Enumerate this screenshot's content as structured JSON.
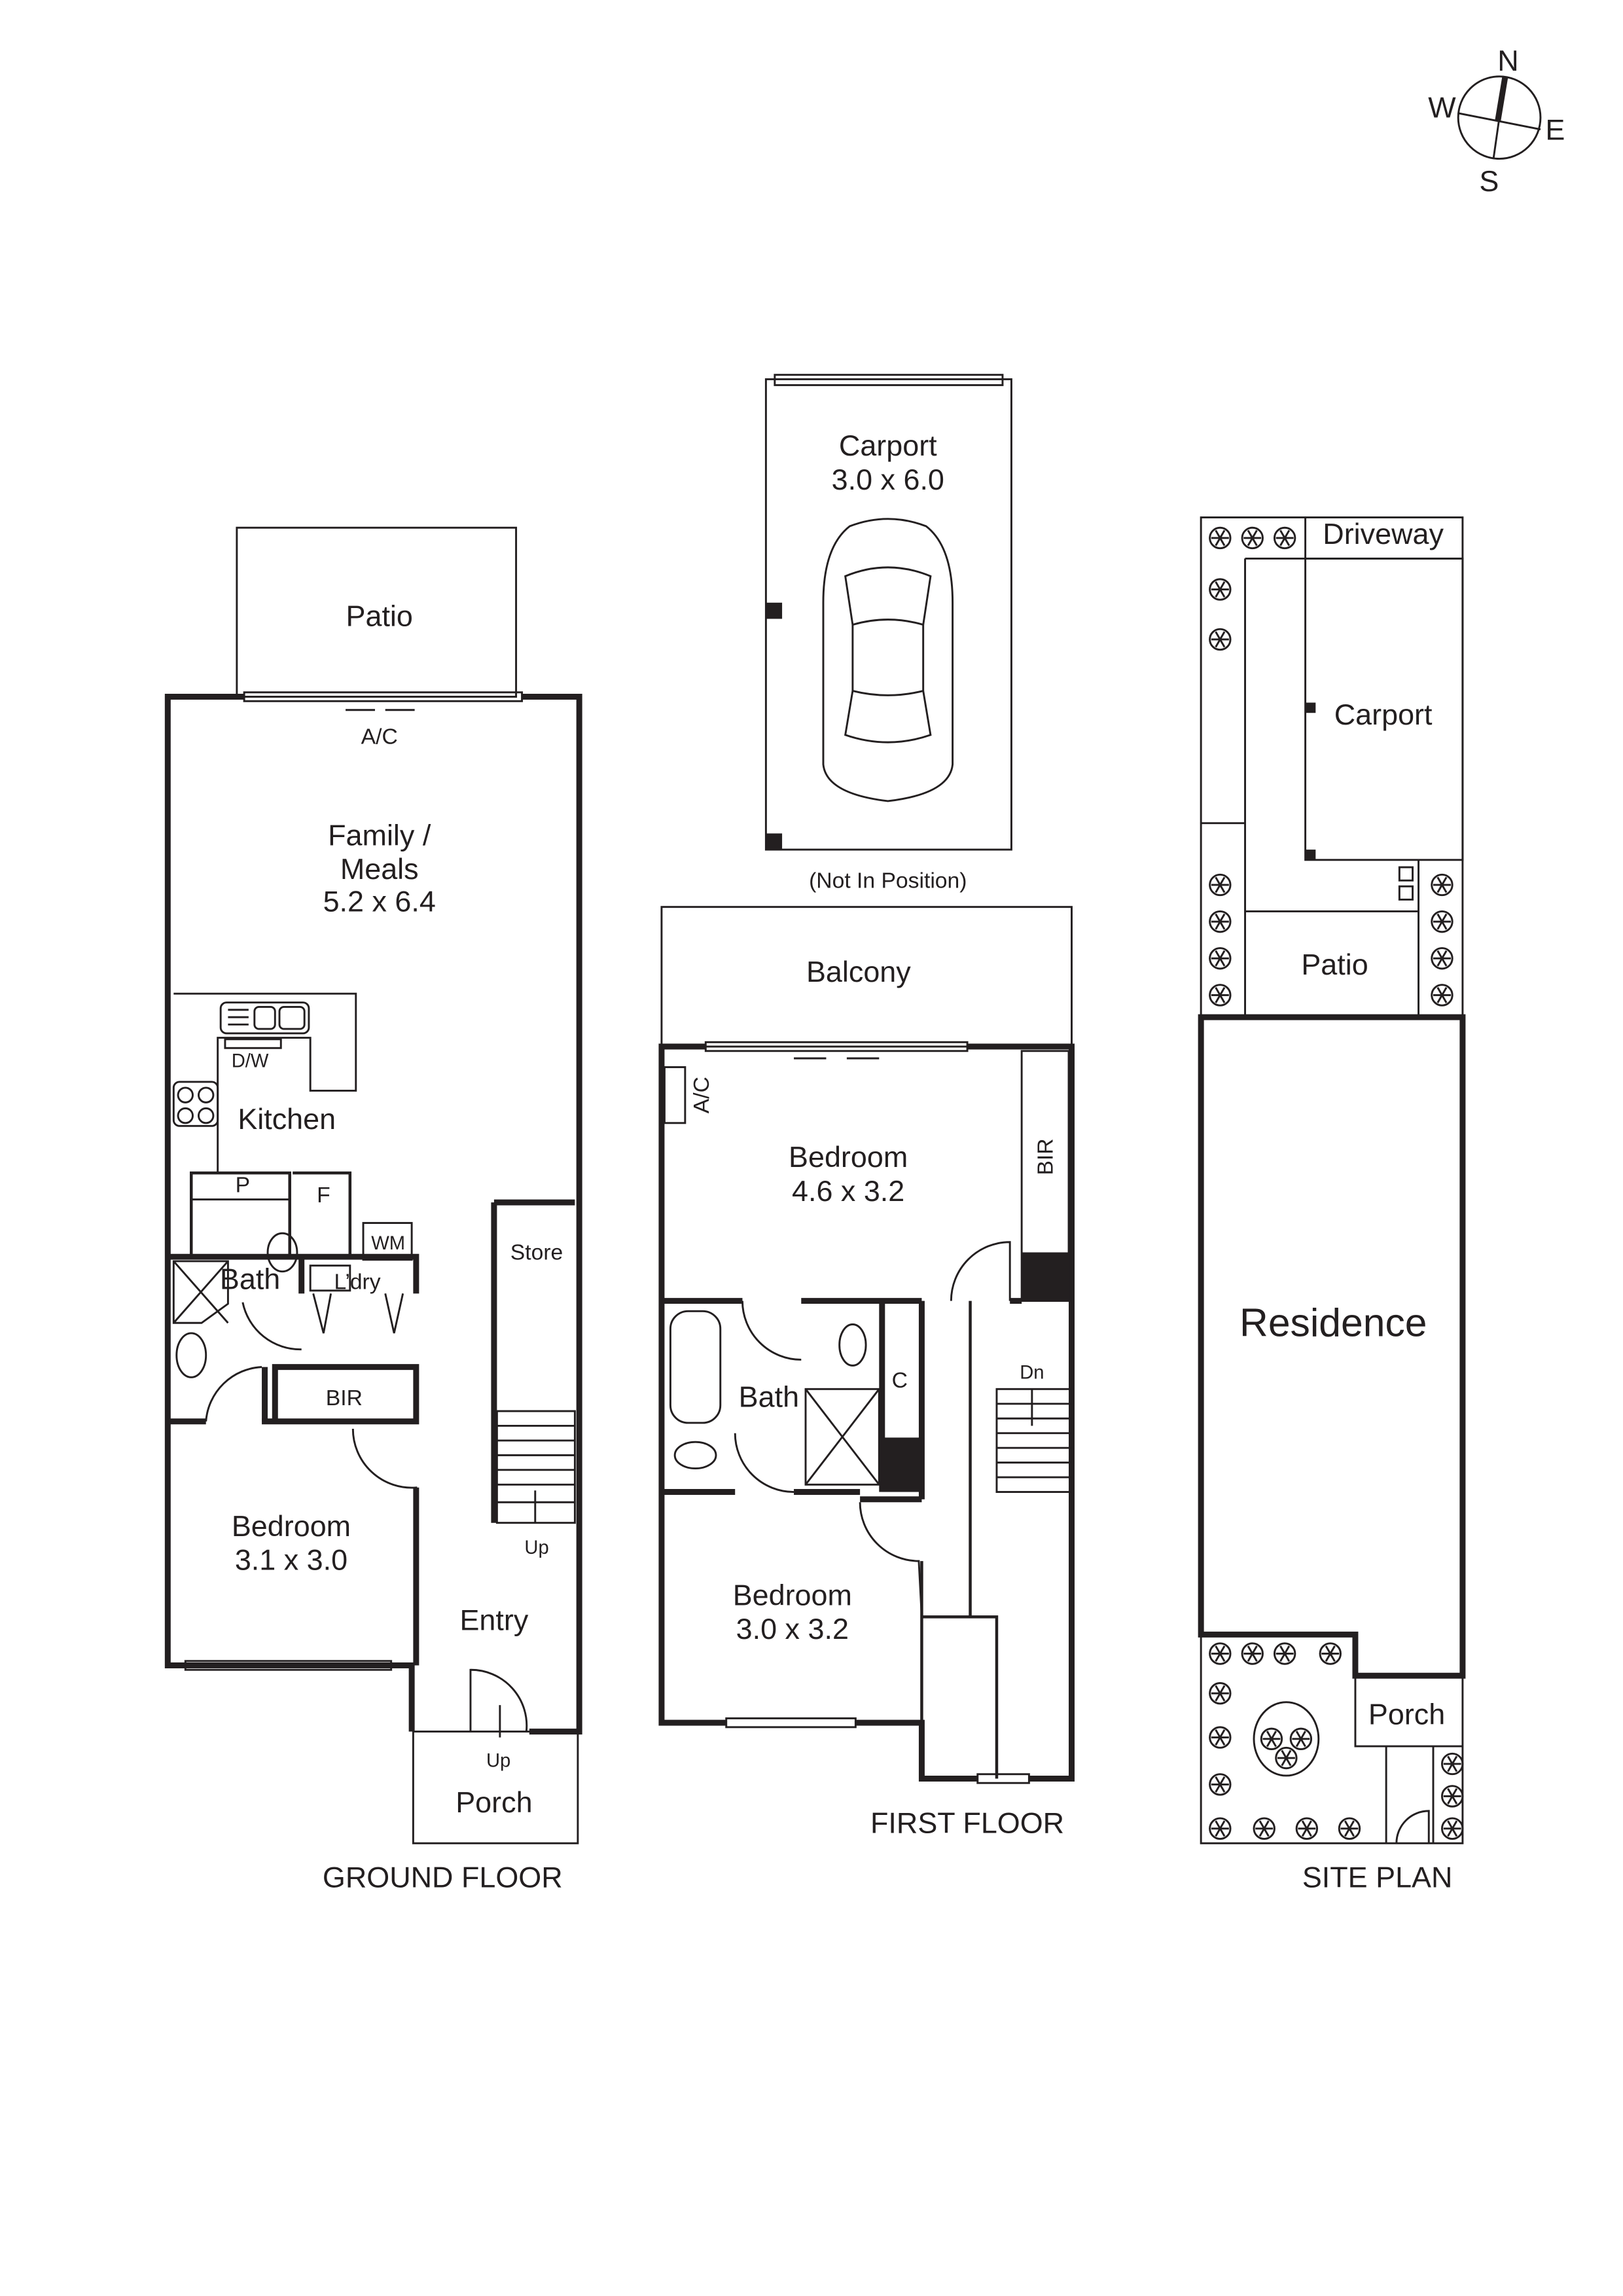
{
  "compass": {
    "n": "N",
    "e": "E",
    "s": "S",
    "w": "W"
  },
  "ground_floor": {
    "title": "GROUND FLOOR",
    "patio": "Patio",
    "ac": "A/C",
    "family": [
      "Family /",
      "Meals",
      "5.2 x 6.4"
    ],
    "dw": "D/W",
    "kitchen": "Kitchen",
    "pantry": "P",
    "fridge": "F",
    "wm": "WM",
    "bath": "Bath",
    "laundry": "L’dry",
    "bir": "BIR",
    "store": "Store",
    "up": "Up",
    "bedroom": [
      "Bedroom",
      "3.1 x 3.0"
    ],
    "entry": "Entry",
    "porch_up": "Up",
    "porch": "Porch"
  },
  "carport": {
    "label": [
      "Carport",
      "3.0 x 6.0"
    ],
    "note": "(Not In Position)"
  },
  "first_floor": {
    "title": "FIRST FLOOR",
    "balcony": "Balcony",
    "ac": "A/C",
    "bedroom1": [
      "Bedroom",
      "4.6 x 3.2"
    ],
    "bir": "BIR",
    "bath": "Bath",
    "cupboard": "C",
    "dn": "Dn",
    "bedroom2": [
      "Bedroom",
      "3.0 x 3.2"
    ]
  },
  "site_plan": {
    "title": "SITE PLAN",
    "driveway": "Driveway",
    "carport": "Carport",
    "patio": "Patio",
    "residence": "Residence",
    "porch": "Porch"
  }
}
